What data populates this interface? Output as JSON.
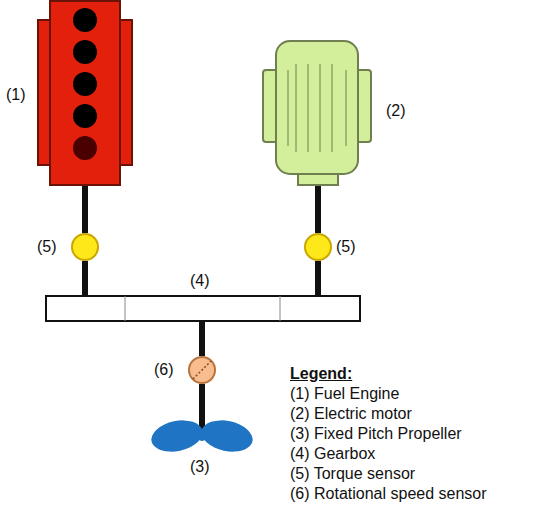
{
  "diagram": {
    "nodes": [
      {
        "text": [
          "(1)"
        ]
      },
      {
        "text": [
          "(2)"
        ]
      },
      {
        "text": [
          "(5)"
        ]
      },
      {
        "text": [
          "(5)"
        ]
      },
      {
        "text": [
          "(4)"
        ]
      },
      {
        "text": [
          "(6)"
        ]
      },
      {
        "text": [
          "(3)"
        ]
      }
    ],
    "edges": [
      {
        "from": 0,
        "to": 2,
        "arrow": "none"
      },
      {
        "from": 2,
        "to": 4,
        "arrow": "none"
      },
      {
        "from": 1,
        "to": 3,
        "arrow": "none"
      },
      {
        "from": 3,
        "to": 4,
        "arrow": "none"
      },
      {
        "from": 4,
        "to": 5,
        "arrow": "none"
      },
      {
        "from": 5,
        "to": 6,
        "arrow": "none"
      }
    ],
    "labels": [
      "Legend:"
    ],
    "legend": [
      {
        "text": "(1) Fuel Engine"
      },
      {
        "text": "(2) Electric motor"
      },
      {
        "text": "(3) Fixed Pitch Propeller"
      },
      {
        "text": "(4) Gearbox"
      },
      {
        "text": "(5) Torque sensor"
      },
      {
        "text": "(6) Rotational speed sensor"
      }
    ]
  }
}
